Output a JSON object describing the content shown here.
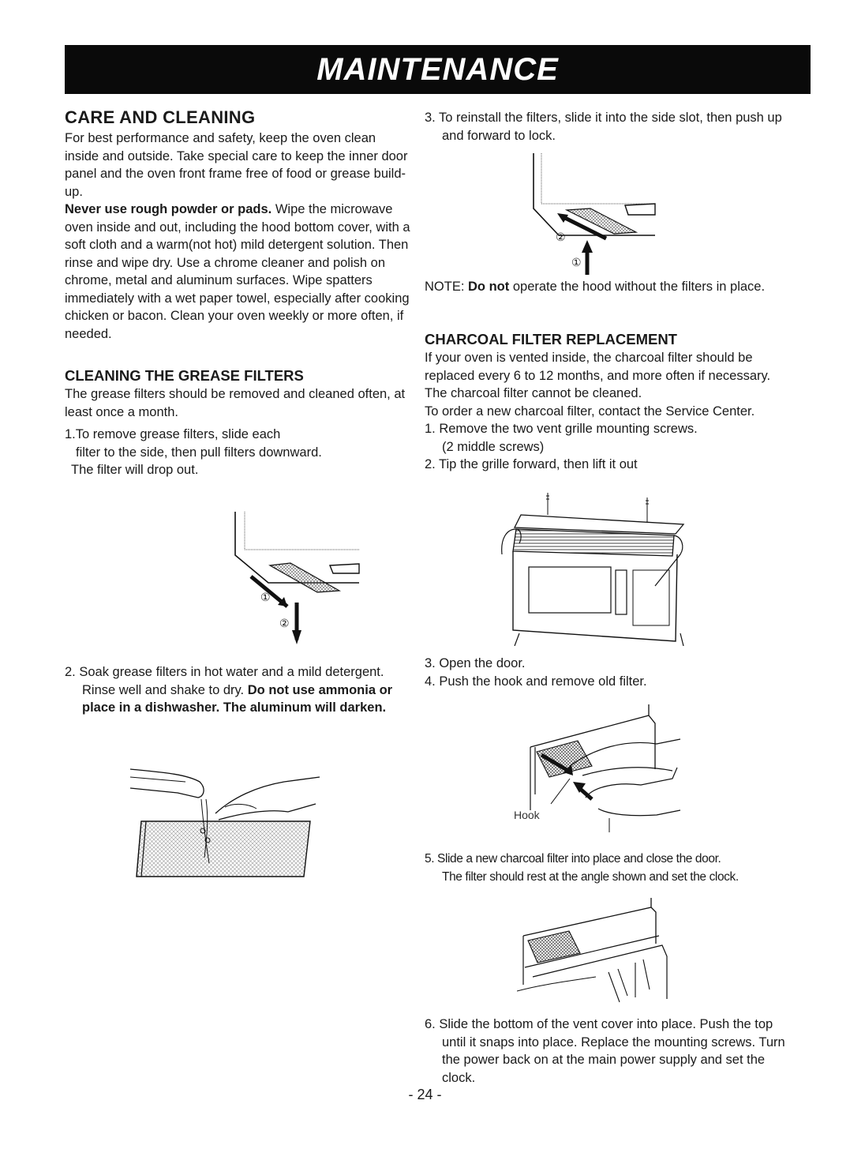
{
  "banner": {
    "title": "MAINTENANCE"
  },
  "left": {
    "care_heading": "CARE AND CLEANING",
    "care_para1": "For best performance and safety, keep the oven clean inside and outside. Take special care to keep the inner door panel and the oven front frame free of food or grease build-up.",
    "care_bold": "Never use rough powder or pads.",
    "care_para2": "Wipe the microwave oven inside and out, including the hood bottom cover, with a soft cloth and a warm(not hot) mild detergent solution. Then rinse and wipe dry. Use a chrome cleaner and polish on chrome, metal and aluminum surfaces. Wipe spatters immediately with a wet paper towel, especially after cooking chicken or bacon. Clean your oven weekly or more often, if needed.",
    "grease_heading": "CLEANING THE GREASE FILTERS",
    "grease_para": "The grease filters should be removed and cleaned often, at least once a month.",
    "step1_line1": "1.To remove grease filters, slide each",
    "step1_line2": "filter to the side, then pull filters downward.",
    "step1_line3": "The filter will drop out.",
    "fig1_label1": "①",
    "fig1_label2": "②",
    "step2_text": "2. Soak grease filters in hot water and a mild detergent. Rinse well and shake to dry.",
    "step2_bold": "Do not use ammonia or place in a dishwasher. The aluminum will darken."
  },
  "right": {
    "step3_text": "3. To reinstall the filters, slide it into the side slot, then push up and forward to lock.",
    "fig2_label1": "①",
    "fig2_label2": "②",
    "note_prefix": "NOTE:",
    "note_bold": "Do not",
    "note_text": "operate the hood without the filters in place.",
    "charcoal_heading": "CHARCOAL FILTER REPLACEMENT",
    "charcoal_para": "If your oven is vented inside, the charcoal filter should be replaced every 6 to 12 months, and more often if necessary. The charcoal filter cannot be cleaned.",
    "charcoal_para2": "To order a new charcoal filter, contact the Service Center.",
    "c_step1": "1. Remove the two vent grille mounting screws.",
    "c_step1b": "(2 middle screws)",
    "c_step2": "2. Tip the grille forward, then lift it out",
    "c_step3": "3. Open the door.",
    "c_step4": "4. Push the hook and remove old filter.",
    "hook_label": "Hook",
    "c_step5_line1": "5. Slide a new charcoal filter into place and close the door.",
    "c_step5_line2": "The filter should rest at the angle shown and set the clock.",
    "c_step6": "6. Slide the bottom of the vent cover into place. Push the top until it snaps into place. Replace the mounting screws. Turn the power back on at the main power supply and set the clock."
  },
  "footer": {
    "page": "- 24 -"
  }
}
